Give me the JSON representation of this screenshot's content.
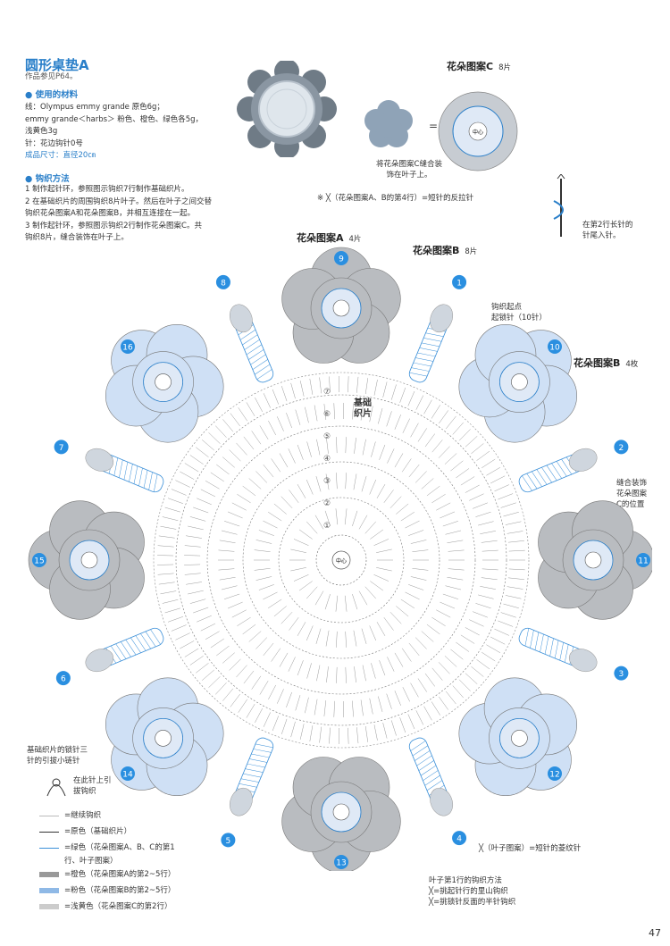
{
  "header": {
    "title": "圆形桌垫A",
    "ref": "作品参见P64。"
  },
  "materials": {
    "heading": "使用的材料",
    "line1": "线：Olympus emmy grande 原色6g；",
    "line2": "emmy grande＜harbs＞ 粉色、橙色、绿色各5g，",
    "line3": "浅黄色3g",
    "needle": "针：花边钩针0号",
    "size": "成品尺寸：直径20㎝"
  },
  "method": {
    "heading": "钩织方法",
    "steps": [
      "1 制作起针环，参照图示钩织7行制作基础织片。",
      "2 在基础织片的周围钩织8片叶子。然后在叶子之间交替",
      "钩织花朵图案A和花朵图案B，并相互连接在一起。",
      "3 制作起针环，参照图示钩织2行制作花朵图案C。共",
      "钩织8片，缝合装饰在叶子上。"
    ]
  },
  "motif_c": {
    "label": "花朵图案C",
    "count": "8片",
    "eq": "=",
    "center": "中心",
    "caption1": "将花朵图案C缝合装",
    "caption2": "饰在叶子上。"
  },
  "notes": {
    "reverse_sc": "※ ╳（花朵图案A、B的第4行）=短针的反拉针",
    "long_st1": "在第2行长针的",
    "long_st2": "针尾入针。",
    "start_ring": "钩织起点",
    "chain10": "起锁针（10针）",
    "base_label": "基础织片",
    "sew_pos1": "缝合装饰",
    "sew_pos2": "花朵图案",
    "sew_pos3": "C的位置",
    "base_edge1": "基础织片的锁针三",
    "base_edge2": "针的引拔小链针",
    "pull1": "在此针上引",
    "pull2": "拔钩织",
    "sc_leaf": "╳（叶子图案）=短针的菱纹针",
    "leaf_row1_title": "叶子第1行的钩织方法",
    "leaf_row1_a": "╳=挑起针行的里山钩织",
    "leaf_row1_b": "╳=挑锁针反面的半针钩织"
  },
  "labels": {
    "motif_a": "花朵图案A",
    "motif_a_count": "4片",
    "motif_b_top": "花朵图案B",
    "motif_b_top_count": "8片",
    "motif_b_right": "花朵图案B",
    "motif_b_right_count": "4枚",
    "center": "中心"
  },
  "legend": [
    {
      "text": "=继续钩织",
      "color": "#bbbbbb"
    },
    {
      "text": "=原色（基础织片）",
      "color": "#333333"
    },
    {
      "text": "=绿色（花朵图案A、B、C的第1",
      "color": "#3a8fd8"
    },
    {
      "text": "行、叶子图案）",
      "color": ""
    },
    {
      "text": "=橙色（花朵图案A的第2~5行）",
      "color": "#999999"
    },
    {
      "text": "=粉色（花朵图案B的第2~5行）",
      "color": "#8fb9e6"
    },
    {
      "text": "=浅黄色（花朵图案C的第2行）",
      "color": "#cccccc"
    }
  ],
  "badges": [
    "1",
    "2",
    "3",
    "4",
    "5",
    "6",
    "7",
    "8",
    "9",
    "10",
    "11",
    "12",
    "13",
    "14",
    "15",
    "16"
  ],
  "rows": [
    "①",
    "②",
    "③",
    "④",
    "⑤",
    "⑥",
    "⑦"
  ],
  "colors": {
    "accent": "#2a7fc9",
    "flower_grey": "#b9bcc0",
    "flower_blue": "#cfe0f5",
    "badge": "#2a8fe0"
  },
  "page": "47"
}
